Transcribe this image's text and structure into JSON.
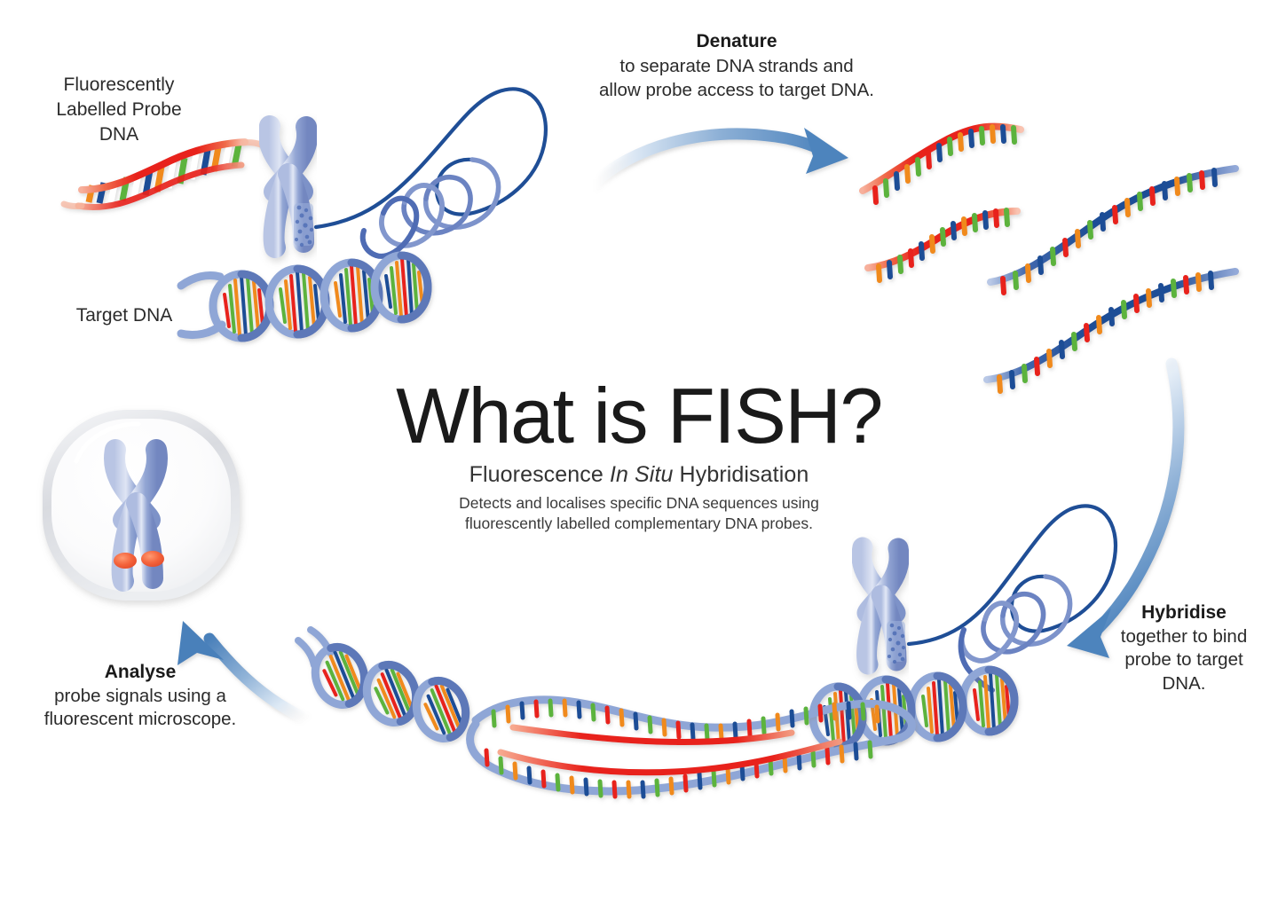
{
  "title": {
    "main": "What is FISH?",
    "subtitle_pre": "Fluorescence ",
    "subtitle_italic": "In Situ",
    "subtitle_post": " Hybridisation",
    "description_line1": "Detects and localises specific DNA sequences using",
    "description_line2": "fluorescently labelled complementary DNA probes."
  },
  "labels": {
    "probe": {
      "line1": "Fluorescently",
      "line2": "Labelled Probe",
      "line3": "DNA"
    },
    "target": {
      "line1": "Target DNA"
    },
    "denature": {
      "heading": "Denature",
      "line1": "to separate DNA strands and",
      "line2": "allow probe access to target DNA."
    },
    "hybridise": {
      "heading": "Hybridise",
      "line1": "together to bind",
      "line2": "probe to target",
      "line3": "DNA."
    },
    "analyse": {
      "heading": "Analyse",
      "line1": "probe signals using a",
      "line2": "fluorescent microscope."
    }
  },
  "colors": {
    "background": "#ffffff",
    "text": "#1a1a1a",
    "arrow_blue": "#5b8fc4",
    "arrow_blue_light": "#cfe0f0",
    "probe_red": "#e8211a",
    "probe_red_light": "#f4846b",
    "chromosome_blue": "#8fa4d4",
    "chromosome_blue_dark": "#6d85c0",
    "dna_navy": "#1f4e96",
    "dna_periwinkle": "#8fa6d6",
    "base_green": "#5cb33d",
    "base_orange": "#f08a1d",
    "base_blue": "#1f4e96",
    "base_red": "#e8211a",
    "signal_orange": "#f4643c",
    "nucleus_fill": "#fbfbfb",
    "nucleus_edge": "#d8d8d8"
  },
  "steps": [
    {
      "id": "probe-dna",
      "name": "Fluorescently Labelled Probe DNA"
    },
    {
      "id": "target-dna",
      "name": "Target DNA"
    },
    {
      "id": "denature",
      "name": "Denature"
    },
    {
      "id": "hybridise",
      "name": "Hybridise"
    },
    {
      "id": "analyse",
      "name": "Analyse"
    }
  ]
}
